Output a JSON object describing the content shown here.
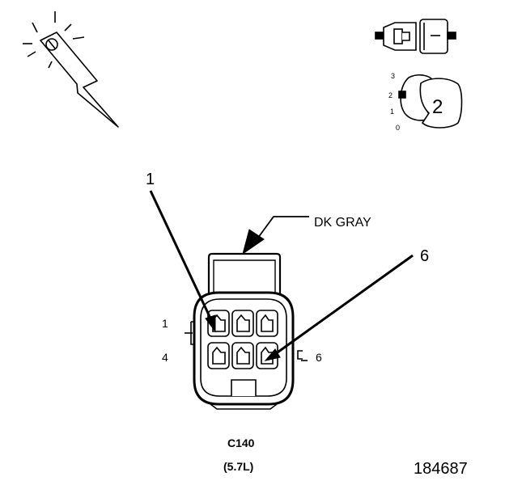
{
  "callouts": {
    "left_number": "1",
    "right_number": "6",
    "color_label": "DK GRAY"
  },
  "pin_labels": {
    "top_left": "1",
    "bottom_left": "4",
    "bottom_right": "6"
  },
  "connector": {
    "id": "C140",
    "engine": "(5.7L)"
  },
  "figure_number": "184687",
  "lock_icon": {
    "position": "2",
    "scale": [
      "3",
      "2",
      "1",
      "0"
    ]
  }
}
